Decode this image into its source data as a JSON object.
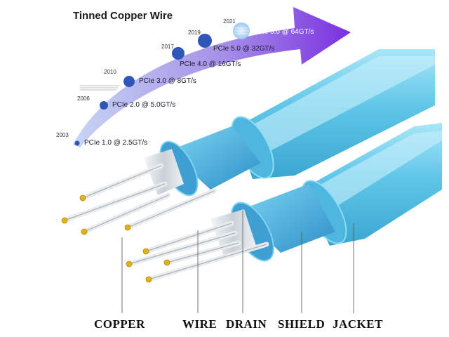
{
  "title": "Tinned Copper Wire",
  "timeline": [
    {
      "year": "2003",
      "label": "PCIe 1.0 @ 2.5GT/s"
    },
    {
      "year": "2006",
      "label": "PCIe 2.0 @ 5.0GT/s"
    },
    {
      "year": "2010",
      "label": "PCIe 3.0 @ 8GT/s"
    },
    {
      "year": "2017",
      "label": "PCIe 4.0 @ 16GT/s"
    },
    {
      "year": "2019",
      "label": "PCIe 5.0 @ 32GT/s"
    },
    {
      "year": "2021",
      "label": "PCIe 6.0 @ 64GT/s"
    }
  ],
  "labels": {
    "copper": "COPPER",
    "wire": "WIRE",
    "drain": "DRAIN",
    "shield": "SHIELD",
    "jacket": "JACKET"
  },
  "colors": {
    "arrow_start": "#bcd0f2",
    "arrow_end": "#7a2fe0",
    "dot": "#2f56b8",
    "jacket": "#5ec8e8",
    "shield": "#4aa8de",
    "copper_tip": "#e2b21a",
    "wire_silver": "#d8dde2"
  }
}
